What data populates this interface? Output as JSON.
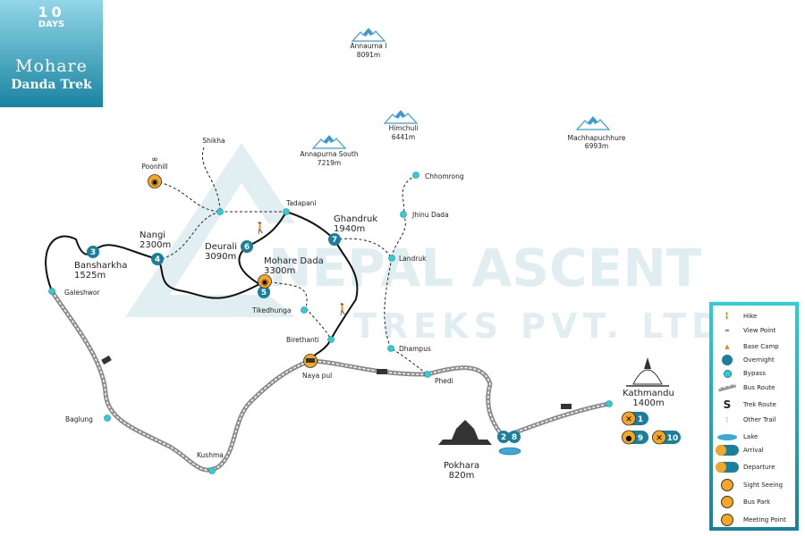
{
  "title": {
    "days_number": "10",
    "days_label": "DAYS",
    "line1": "Mohare",
    "line2": "Danda Trek"
  },
  "watermark": {
    "line1": "NEPAL ASCENT",
    "line2": "TREKS PVT. LTD."
  },
  "colors": {
    "teal": "#1a7f9c",
    "bypass": "#27c7cf",
    "orange": "#f5a623",
    "bus": "#9a9a9a",
    "mountain": "#3a9ad9"
  },
  "mountains": [
    {
      "name": "Annaurna I",
      "alt": "8091m"
    },
    {
      "name": "Himchuli",
      "alt": "6441m"
    },
    {
      "name": "Annapurna South",
      "alt": "7219m"
    },
    {
      "name": "Machhapuchhure",
      "alt": "6993m"
    }
  ],
  "places": {
    "shikha": "Shikha",
    "poonhill": "Poonhill",
    "tadapani": "Tadapani",
    "nangi": "Nangi",
    "nangi_alt": "2300m",
    "bansharkha": "Bansharkha",
    "bansharkha_alt": "1525m",
    "galeshwor": "Galeshwor",
    "deurali": "Deurali",
    "deurali_alt": "3090m",
    "mohare": "Mohare Dada",
    "mohare_alt": "3300m",
    "ghandruk": "Ghandruk",
    "ghandruk_alt": "1940m",
    "chhomrong": "Chhomrong",
    "jhinu": "Jhinu Dada",
    "landruk": "Landruk",
    "tikedhunga": "Tikedhunga",
    "birethanti": "Birethanti",
    "nayapul": "Naya pul",
    "dhampus": "Dhampus",
    "phedi": "Phedi",
    "baglung": "Baglung",
    "kushma": "Kushma",
    "pokhara": "Pokhara",
    "pokhara_alt": "820m",
    "kathmandu": "Kathmandu",
    "kathmandu_alt": "1400m"
  },
  "day_markers": {
    "d2": "2",
    "d3": "3",
    "d4": "4",
    "d5": "5",
    "d6": "6",
    "d7": "7",
    "d8": "8",
    "d1": "1",
    "d9": "9",
    "d10": "10"
  },
  "legend": [
    "Hike",
    "View Point",
    "Base Camp",
    "Overnight",
    "Bypass",
    "Bus Route",
    "Trek Route",
    "Other Trail",
    "Lake",
    "Arrival",
    "Departure",
    "Sight Seeing",
    "Bus Park",
    "Meeting Point"
  ]
}
